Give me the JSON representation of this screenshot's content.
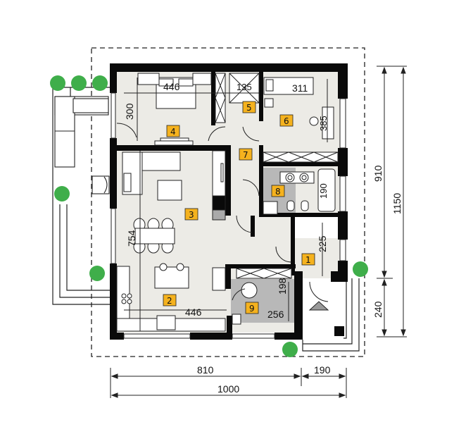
{
  "plan": {
    "colors": {
      "wall": "#0a0a0a",
      "floor": "#ecebe6",
      "wet_floor": "#b8b8b8",
      "label_fill": "#f5b21e",
      "label_stroke": "#222222",
      "plant": "#3fae4a",
      "outline": "#222222"
    },
    "rooms": [
      {
        "id": "1",
        "label": "1"
      },
      {
        "id": "2",
        "label": "2"
      },
      {
        "id": "3",
        "label": "3"
      },
      {
        "id": "4",
        "label": "4"
      },
      {
        "id": "5",
        "label": "5"
      },
      {
        "id": "6",
        "label": "6"
      },
      {
        "id": "7",
        "label": "7"
      },
      {
        "id": "8",
        "label": "8"
      },
      {
        "id": "9",
        "label": "9"
      }
    ],
    "inner_dimensions": {
      "room4_width": "446",
      "room4_depth": "300",
      "room5_width": "135",
      "room6_width": "311",
      "room6_depth": "385",
      "room3_depth": "754",
      "room8_bath": "190",
      "room1_depth": "225",
      "room2_width": "446",
      "room9_depth": "198",
      "room9_width": "256"
    },
    "outer_dimensions": {
      "bottom_left": "810",
      "bottom_right": "190",
      "bottom_total": "1000",
      "right_upper": "910",
      "right_lower": "240",
      "right_total": "1150"
    }
  }
}
